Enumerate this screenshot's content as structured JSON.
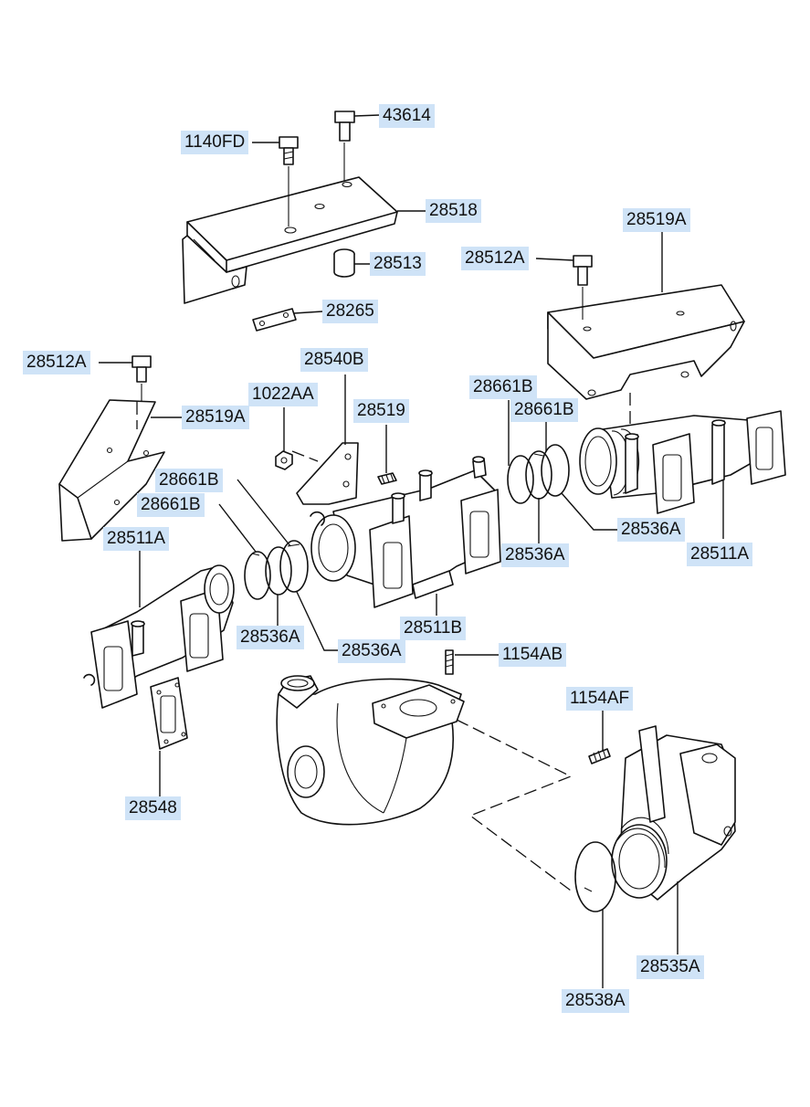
{
  "colors": {
    "label_bg": "#cfe3f7",
    "line": "#111111"
  },
  "labels": {
    "p43614": "43614",
    "p1140FD": "1140FD",
    "p28518": "28518",
    "p28513": "28513",
    "p28265": "28265",
    "p28519A_top": "28519A",
    "p28512A_right": "28512A",
    "p28512A_left": "28512A",
    "p28540B": "28540B",
    "p1022AA": "1022AA",
    "p28519A_left": "28519A",
    "p28519": "28519",
    "p28661B_a": "28661B",
    "p28661B_b": "28661B",
    "p28661B_c": "28661B",
    "p28661B_d": "28661B",
    "p28536A_a": "28536A",
    "p28536A_b": "28536A",
    "p28536A_c": "28536A",
    "p28536A_d": "28536A",
    "p28511A_left": "28511A",
    "p28511A_right": "28511A",
    "p28511B": "28511B",
    "p1154AB": "1154AB",
    "p1154AF": "1154AF",
    "p28548": "28548",
    "p28535A": "28535A",
    "p28538A": "28538A"
  }
}
